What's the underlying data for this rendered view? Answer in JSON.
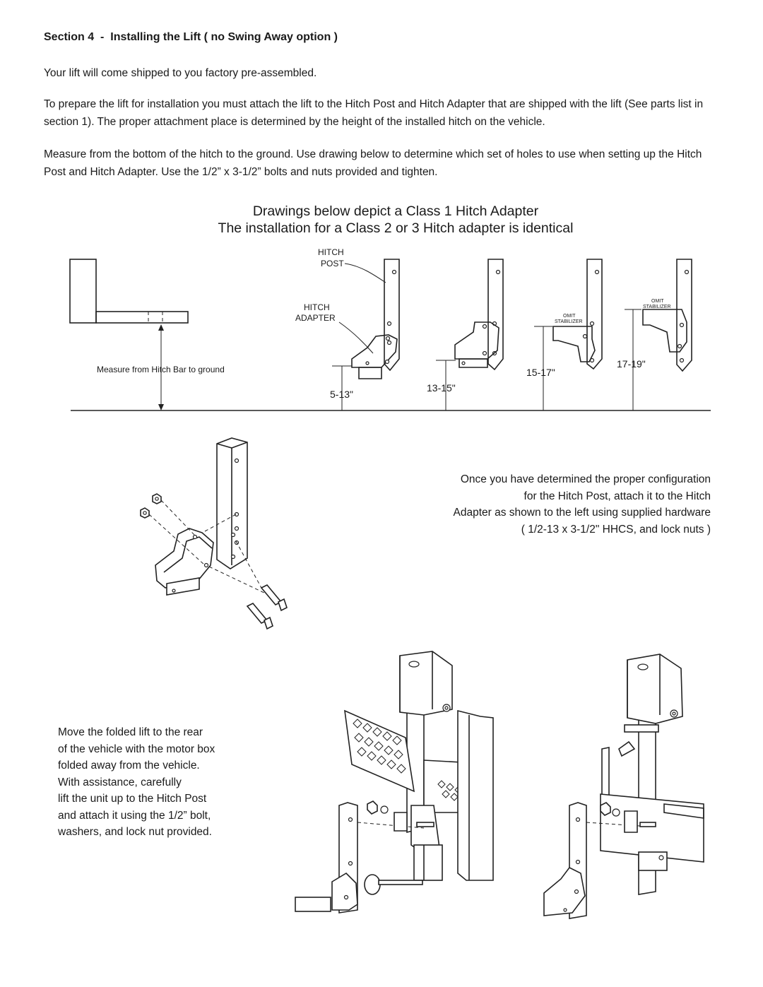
{
  "section": {
    "heading": "Section 4  -  Installing the Lift ( no Swing Away option )",
    "intro": "Your lift will come shipped to you factory pre-assembled.",
    "prepare": "To prepare the lift for installation you must attach the lift to the Hitch Post and Hitch Adapter that are shipped with the lift (See parts list in section 1).  The proper attachment place is determined by the height of the installed hitch on the vehicle.",
    "measure": "Measure from the bottom of the hitch to the ground.  Use drawing below to determine which set of holes to use when setting up the Hitch Post and Hitch Adapter.  Use the 1/2” x 3-1/2” bolts and nuts provided and tighten."
  },
  "drawing_titles": {
    "line1": "Drawings below depict a Class 1 Hitch Adapter",
    "line2": "The installation for a Class 2 or 3 Hitch adapter is identical"
  },
  "diagram_labels": {
    "hitch_post_1": "HITCH",
    "hitch_post_2": "POST",
    "hitch_adapter_1": "HITCH",
    "hitch_adapter_2": "ADAPTER",
    "measure_note": "Measure from Hitch Bar to ground",
    "omit_1a": "OMIT",
    "omit_1b": "STABILIZER",
    "omit_2a": "OMIT",
    "omit_2b": "STABILIZER",
    "range_1": "5-13\"",
    "range_2": "13-15\"",
    "range_3": "15-17\"",
    "range_4": "17-19\""
  },
  "attach_instructions": [
    "Once you have determined the proper configuration",
    "for the Hitch Post, attach it to the Hitch",
    "Adapter as shown to the left using supplied hardware",
    "( 1/2-13 x 3-1/2\" HHCS, and lock nuts )"
  ],
  "lift_instructions": [
    "Move the folded lift to the rear",
    "of the vehicle with the motor box",
    "folded away from the vehicle.",
    "With assistance, carefully",
    "lift the unit up to the Hitch Post",
    "and attach it using the 1/2” bolt,",
    "washers, and lock nut provided."
  ]
}
